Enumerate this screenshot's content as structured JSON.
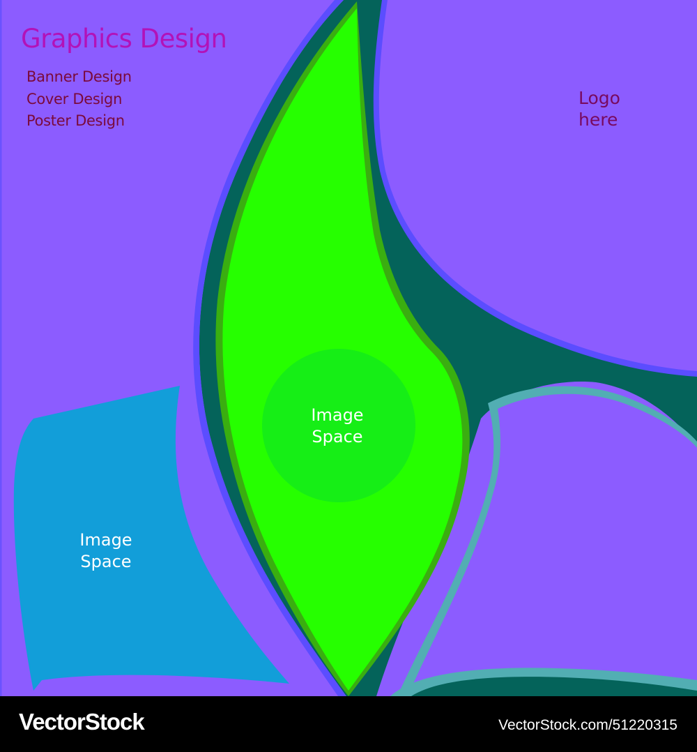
{
  "headline": "Graphics Design",
  "services": [
    "Banner Design",
    "Cover Design",
    "Poster Design"
  ],
  "logo_placeholder": "Logo here",
  "image_placeholders": {
    "center": "Image Space",
    "left": "Image Space"
  },
  "footer": {
    "brand": "VectorStock",
    "stock_id": "VectorStock.com/51220315"
  },
  "colors": {
    "background": "#8c5cff",
    "dark_teal": "#04635a",
    "leaf_green": "#26ff00",
    "leaf_edge": "#3aae10",
    "circle_green": "#16ee16",
    "blue_panel": "#129ed9",
    "blue_outline": "#5b4dff",
    "teal_outline": "#52aeb3",
    "headline": "#b212b8",
    "services": "#7a0a3a",
    "logo_text": "#780a5f",
    "footer_bg": "#000000"
  }
}
